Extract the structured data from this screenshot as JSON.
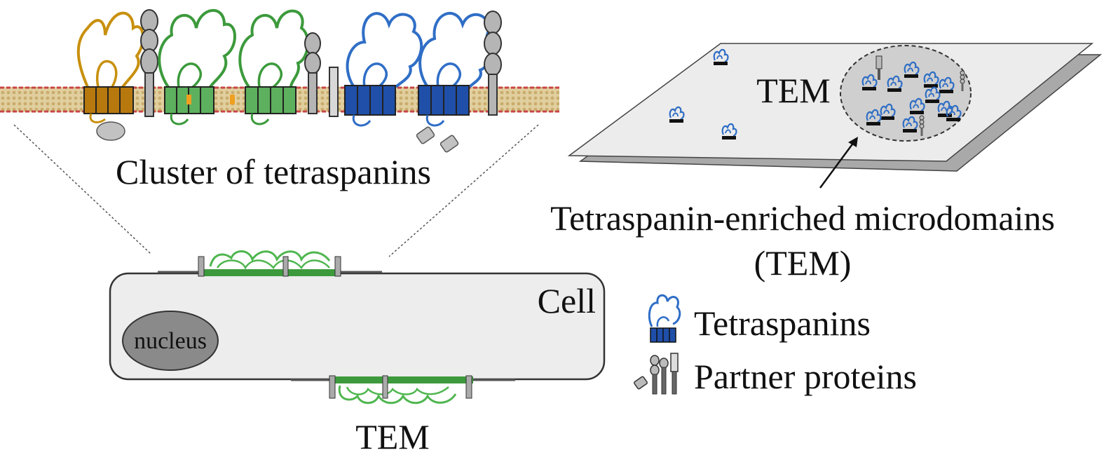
{
  "labels": {
    "cluster": "Cluster of tetraspanins",
    "tem_plane": "TEM",
    "tem_definition_line1": "Tetraspanin-enriched microdomains",
    "tem_definition_line2": "(TEM)",
    "cell": "Cell",
    "nucleus": "nucleus",
    "tem_bottom": "TEM"
  },
  "legend": {
    "tetraspanins": "Tetraspanins",
    "partner_proteins": "Partner proteins"
  },
  "colors": {
    "tetraspanin_orange": "#c8900e",
    "tetraspanin_green": "#3c9a3c",
    "tetraspanin_blue": "#2f6ec6",
    "membrane_head": "#d9c08a",
    "membrane_edge": "#c8464a",
    "cell_fill": "#ededed",
    "nucleus_fill": "#8a8a8a",
    "plane_fill": "#ececec",
    "plane_shadow": "#a9a9a9"
  }
}
